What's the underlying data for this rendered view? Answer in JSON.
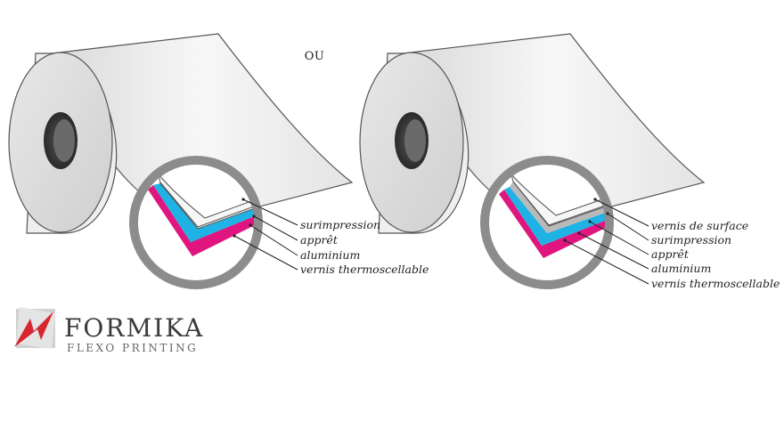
{
  "separator": "OU",
  "left_diagram": {
    "layers": [
      "surimpression",
      "apprêt",
      "aluminium",
      "vernis thermoscellable"
    ]
  },
  "right_diagram": {
    "layers": [
      "vernis de surface",
      "surimpression",
      "apprêt",
      "aluminium",
      "vernis thermoscellable"
    ]
  },
  "logo": {
    "name": "FORMIKA",
    "tagline": "FLEXO PRINTING"
  },
  "colors": {
    "cyan_layer": "#1fb3e5",
    "magenta_layer": "#e0157f",
    "ring": "#8c8c8c",
    "roll_fill": "#f2f2f2",
    "outline": "#555555",
    "logo_red": "#d7262d"
  }
}
